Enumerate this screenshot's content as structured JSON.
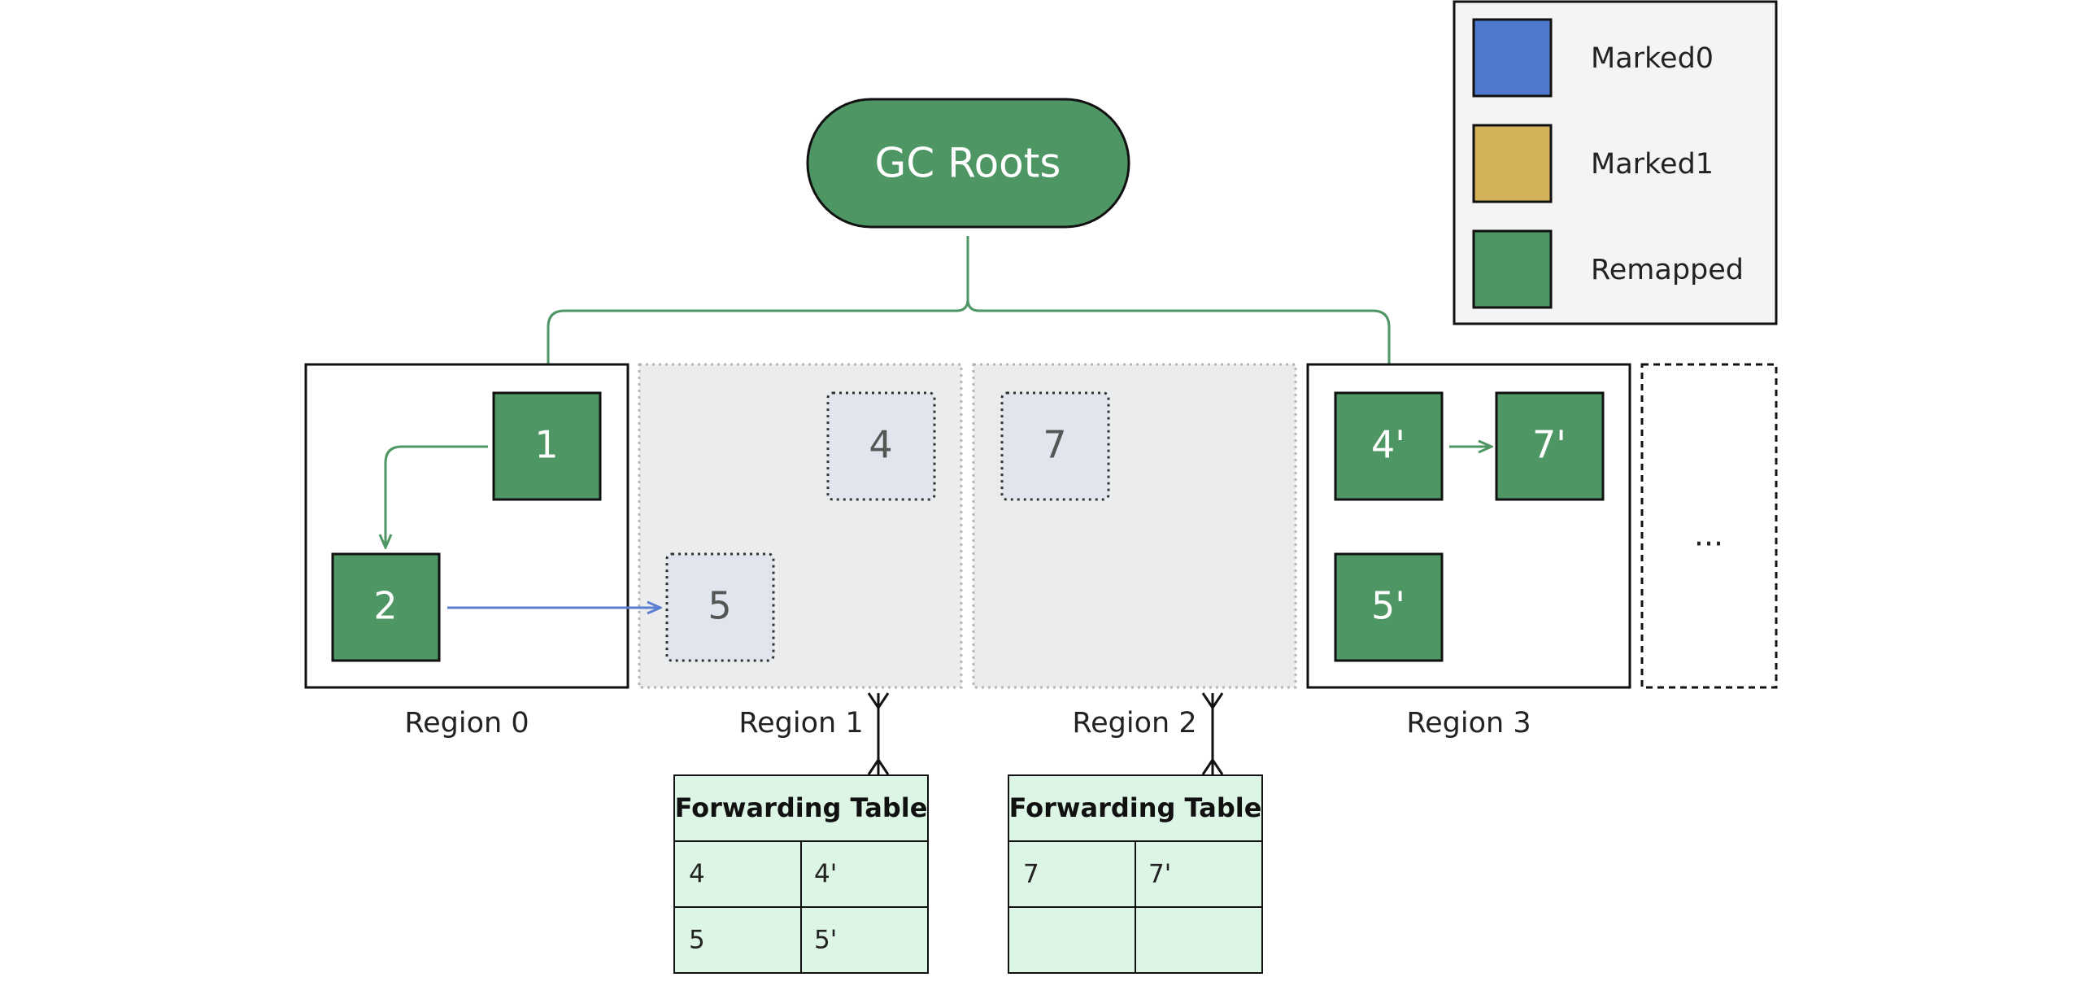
{
  "colors": {
    "remapped": "#4e9663",
    "marked0": "#4f79cc",
    "marked1": "#d4b25a",
    "dead_fill": "#e0e5ee",
    "region_gray": "#ebecee",
    "table_fill": "#ddf5e4",
    "legend_bg": "#f4f4f4",
    "arrow_green": "#4e9663",
    "arrow_blue": "#5a7fd0",
    "stroke": "#111111"
  },
  "gc_roots": {
    "label": "GC Roots"
  },
  "legend": {
    "items": [
      {
        "label": "Marked0",
        "color": "#4f79cc"
      },
      {
        "label": "Marked1",
        "color": "#d4b25a"
      },
      {
        "label": "Remapped",
        "color": "#4e9663"
      }
    ]
  },
  "regions": [
    {
      "label": "Region 0"
    },
    {
      "label": "Region 1"
    },
    {
      "label": "Region 2"
    },
    {
      "label": "Region 3"
    }
  ],
  "extra_region_label": "...",
  "objects": {
    "obj1": "1",
    "obj2": "2",
    "obj4": "4",
    "obj5": "5",
    "obj7": "7",
    "obj4p": "4'",
    "obj7p": "7'",
    "obj5p": "5'"
  },
  "forwarding_tables": [
    {
      "title": "Forwarding Table",
      "rows": [
        [
          "4",
          "4'"
        ],
        [
          "5",
          "5'"
        ]
      ]
    },
    {
      "title": "Forwarding Table",
      "rows": [
        [
          "7",
          "7'"
        ],
        [
          "",
          ""
        ]
      ]
    }
  ]
}
